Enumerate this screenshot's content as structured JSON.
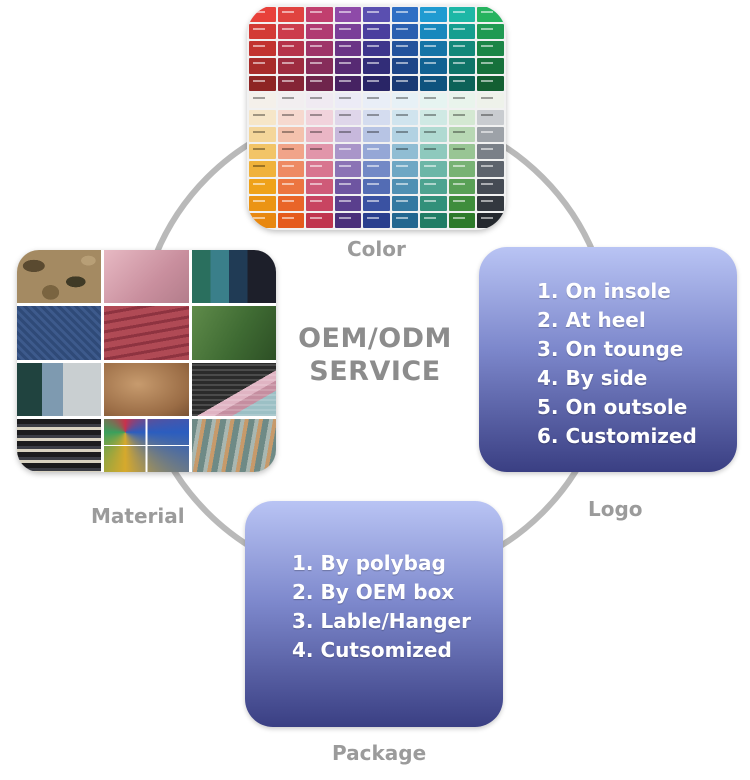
{
  "center": {
    "line1": "OEM/ODM",
    "line2": "SERVICE"
  },
  "captions": {
    "color": "Color",
    "material": "Material",
    "logo": "Logo",
    "package": "Package"
  },
  "logo_options": [
    "1. On insole",
    "2. At heel",
    "3. On tounge",
    "4. By side",
    "5. On outsole",
    "6. Customized"
  ],
  "package_options": [
    "1. By polybag",
    "2. By OEM box",
    "3. Lable/Hanger",
    "4. Cutsomized"
  ],
  "colors": {
    "ring": "#b9b9b9",
    "caption": "#9b9b9b",
    "box_top": "#b9c4f4",
    "box_bottom": "#3a3f83"
  }
}
